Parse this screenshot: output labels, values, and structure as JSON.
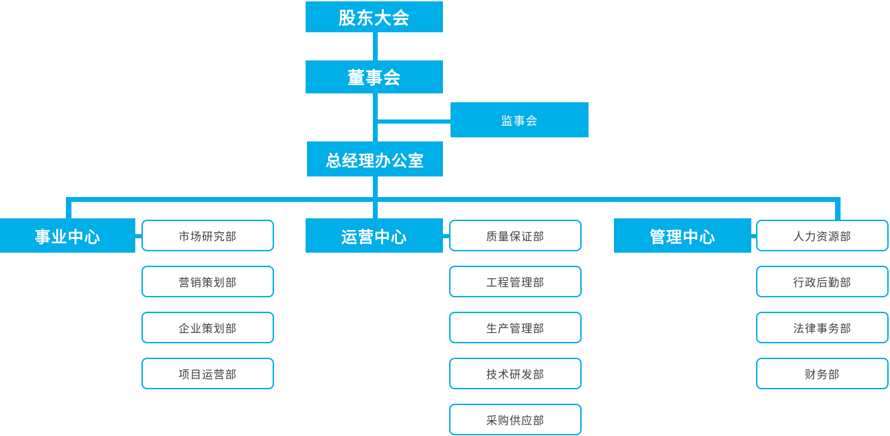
{
  "colors": {
    "accent": "#00AEE8",
    "background": "#FFFFFF",
    "node_text": "#FFFFFF",
    "dept_text": "#3F3F3F"
  },
  "org": {
    "root": "股东大会",
    "board": "董事会",
    "supervisory": "监事会",
    "gm_office": "总经理办公室",
    "centers": [
      {
        "name": "事业中心",
        "departments": [
          "市场研究部",
          "营销策划部",
          "企业策划部",
          "项目运营部"
        ]
      },
      {
        "name": "运营中心",
        "departments": [
          "质量保证部",
          "工程管理部",
          "生产管理部",
          "技术研发部",
          "采购供应部"
        ]
      },
      {
        "name": "管理中心",
        "departments": [
          "人力资源部",
          "行政后勤部",
          "法律事务部",
          "财务部"
        ]
      }
    ]
  }
}
